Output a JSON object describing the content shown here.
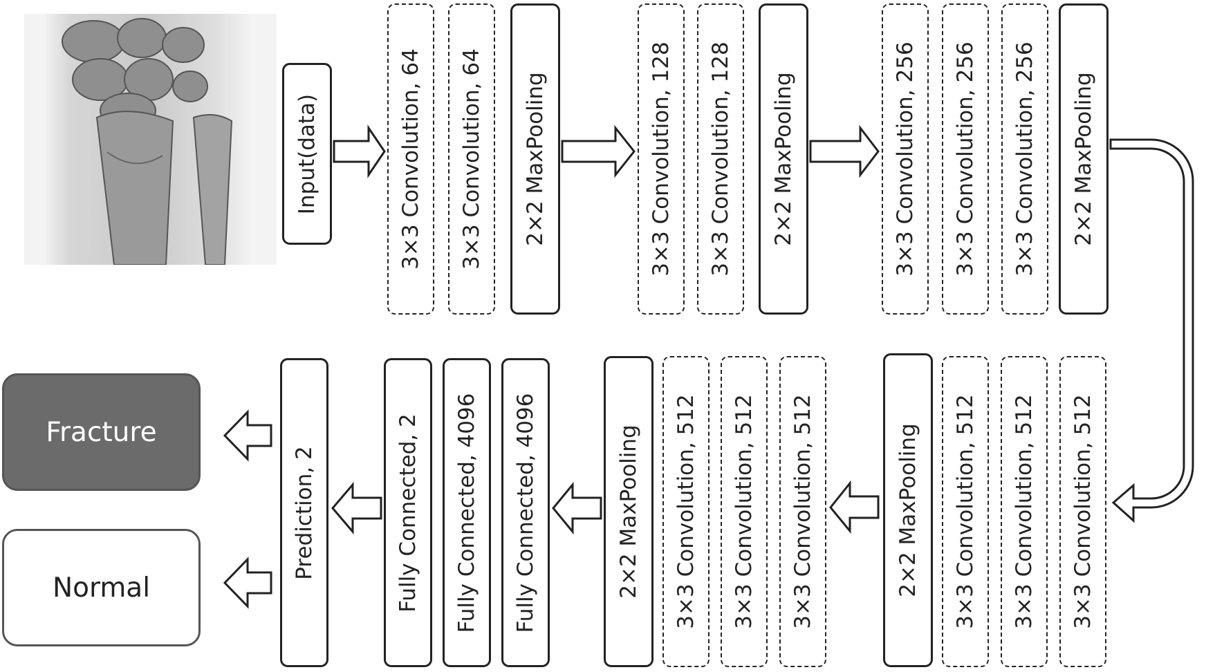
{
  "input_label": "Input(data)",
  "row1": [
    {
      "type": "conv",
      "label": "3×3 Convolution, 64"
    },
    {
      "type": "conv",
      "label": "3×3 Convolution, 64"
    },
    {
      "type": "pool",
      "label": "2×2 MaxPooling"
    },
    {
      "type": "conv",
      "label": "3×3 Convolution, 128"
    },
    {
      "type": "conv",
      "label": "3×3 Convolution, 128"
    },
    {
      "type": "pool",
      "label": "2×2 MaxPooling"
    },
    {
      "type": "conv",
      "label": "3×3 Convolution, 256"
    },
    {
      "type": "conv",
      "label": "3×3 Convolution, 256"
    },
    {
      "type": "conv",
      "label": "3×3 Convolution, 256"
    },
    {
      "type": "pool",
      "label": "2×2 MaxPooling"
    }
  ],
  "row2": [
    {
      "type": "conv",
      "label": "3×3 Convolution, 512"
    },
    {
      "type": "conv",
      "label": "3×3 Convolution, 512"
    },
    {
      "type": "conv",
      "label": "3×3 Convolution, 512"
    },
    {
      "type": "pool",
      "label": "2×2 MaxPooling"
    },
    {
      "type": "conv",
      "label": "3×3 Convolution, 512"
    },
    {
      "type": "conv",
      "label": "3×3 Convolution, 512"
    },
    {
      "type": "conv",
      "label": "3×3 Convolution, 512"
    },
    {
      "type": "pool",
      "label": "2×2 MaxPooling"
    },
    {
      "type": "fc",
      "label": "Fully Connected, 4096"
    },
    {
      "type": "fc",
      "label": "Fully Connected, 4096"
    },
    {
      "type": "fc",
      "label": "Fully Connected, 2"
    },
    {
      "type": "pred",
      "label": "Prediction, 2"
    }
  ],
  "outputs": {
    "fracture": "Fracture",
    "normal": "Normal"
  }
}
